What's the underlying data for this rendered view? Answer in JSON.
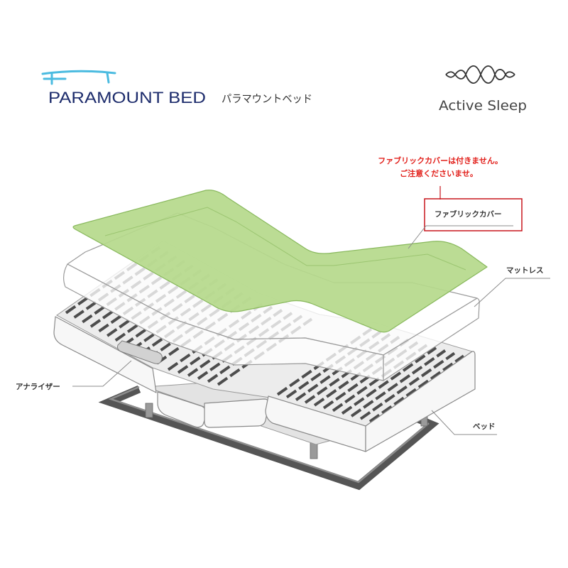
{
  "brand": {
    "name": "PARAMOUNT BED",
    "name_ja": "パラマウントベッド",
    "icon": "paramount-bed-logo-icon",
    "text_color": "#1d2c6c",
    "icon_color": "#4bbbe0"
  },
  "product_brand": {
    "name": "Active Sleep",
    "icon": "active-sleep-wave-icon"
  },
  "notice": {
    "line1": "ファブリックカバーは付きません。",
    "line2": "ご注意くださいませ。",
    "color": "#e2211c"
  },
  "callouts": {
    "fabric_cover": "ファブリックカバー",
    "mattress": "マットレス",
    "analyzer": "アナライザー",
    "bed": "ベッド"
  },
  "colors": {
    "fabric_cover": "#b5d98b",
    "mattress": "#ffffff",
    "bed_slats": "#4d4d4d",
    "base_frame": "#555555",
    "leader_line": "#8c8c8c",
    "notice_box": "#c8161d"
  }
}
